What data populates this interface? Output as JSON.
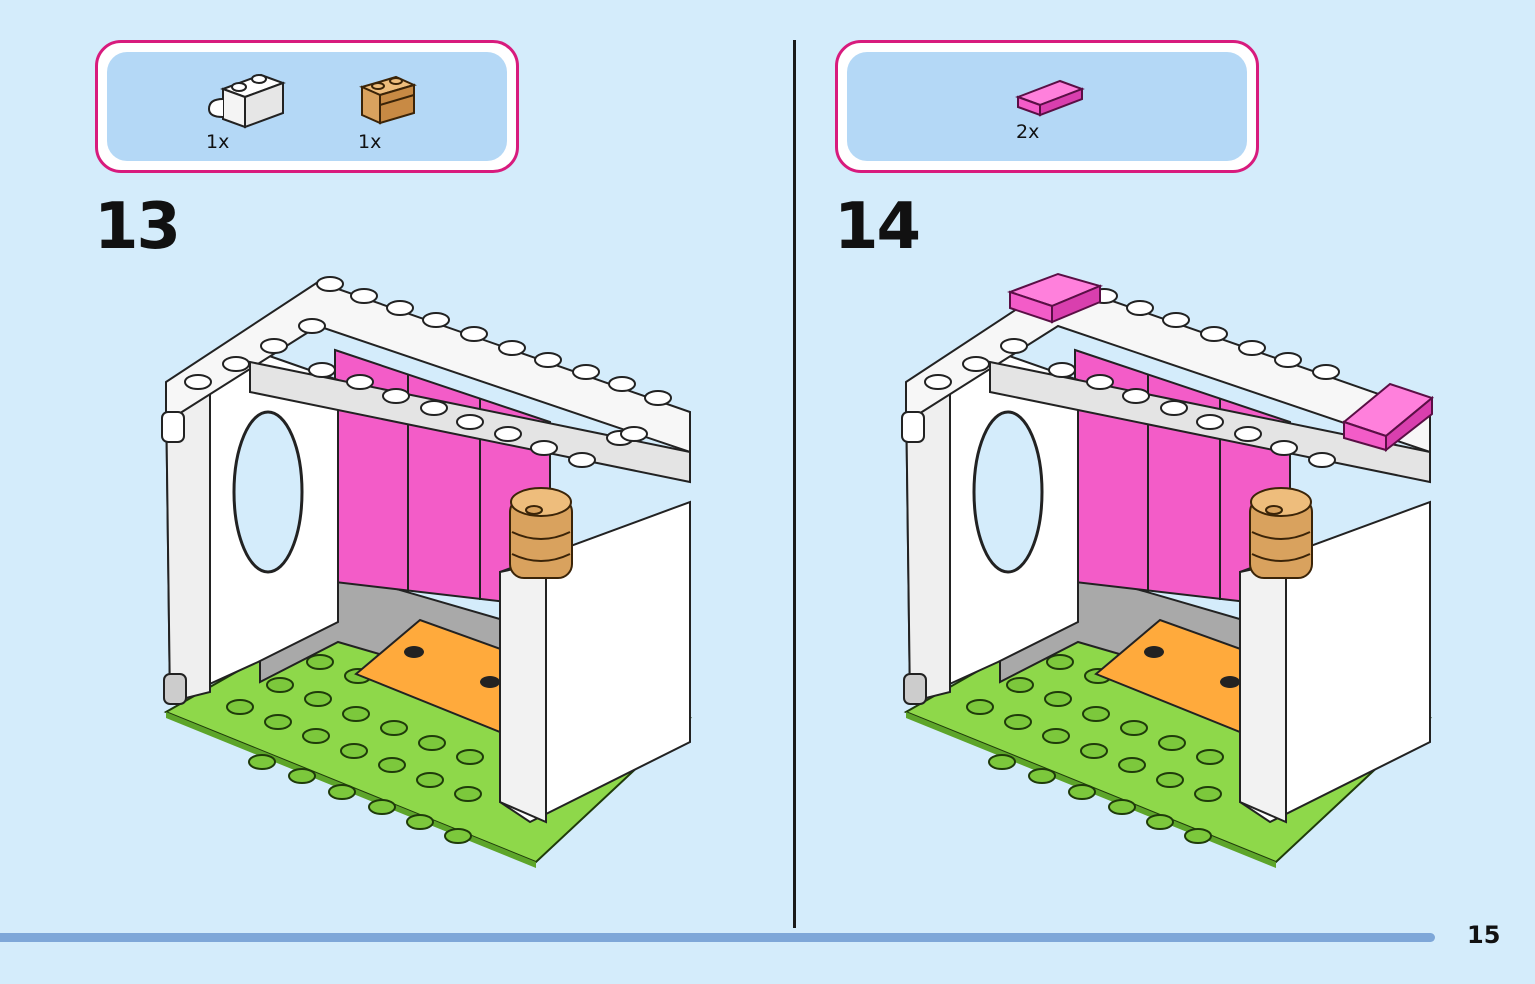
{
  "steps": [
    {
      "number": "13",
      "parts": [
        {
          "icon": "white-brick-with-clip",
          "qty": "1x",
          "color": "#ffffff"
        },
        {
          "icon": "tan-round-brick",
          "qty": "1x",
          "color": "#d9a25e"
        }
      ]
    },
    {
      "number": "14",
      "parts": [
        {
          "icon": "pink-tile",
          "qty": "2x",
          "color": "#f35cc8"
        }
      ]
    }
  ],
  "page_number": "15",
  "colors": {
    "background": "#d4ecfb",
    "frame": "#d81b7d",
    "panel": "#b4d8f6",
    "baseplate": "#8ed84a",
    "pink": "#f35cc8",
    "orange": "#ffaa3c",
    "tan": "#d9a25e"
  }
}
